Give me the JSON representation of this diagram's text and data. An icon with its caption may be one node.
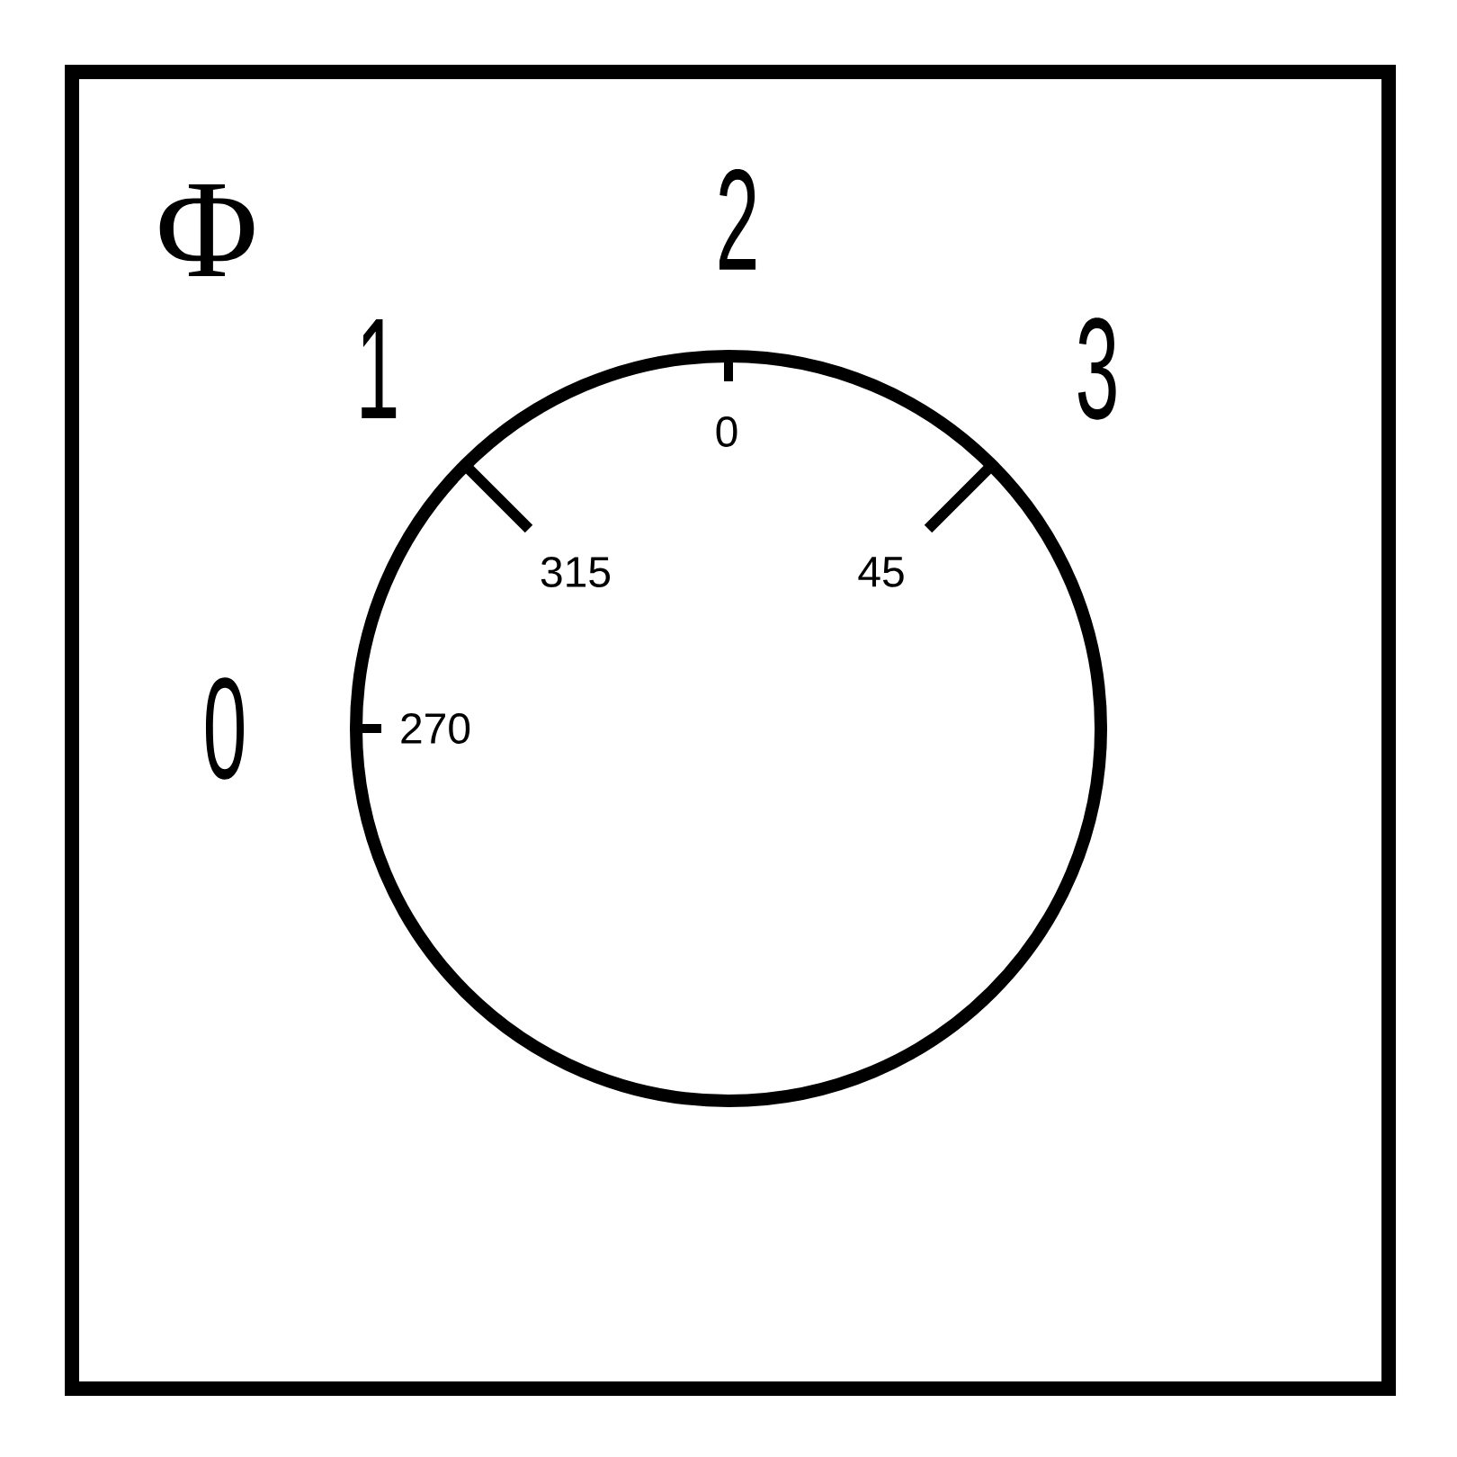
{
  "diagram": {
    "labels": [
      "Φ",
      "2",
      "1",
      "3",
      "0",
      "0",
      "315",
      "45",
      "270"
    ]
  }
}
